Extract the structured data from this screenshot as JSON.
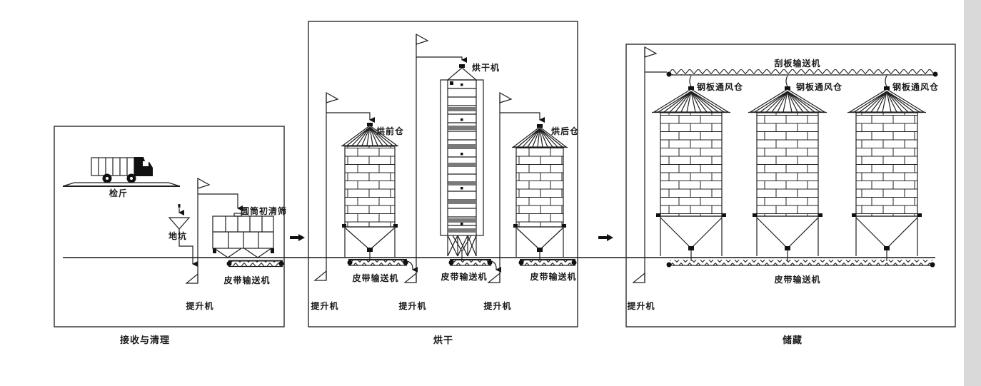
{
  "diagram_type": "grain-handling process flow",
  "colors": {
    "line": "#1f1f1f",
    "ground": "#4f4f4f",
    "background": "#ffffff",
    "page_edge_strip": "#d9d9d9",
    "dryer_band": "#7a7a7a"
  },
  "sections": {
    "receiving": {
      "title": "接收与清理",
      "weighbridge_label": "检斤",
      "pit_label": "地坑",
      "drum_cleaner_label": "圆筒初清筛",
      "belt_conveyor_label": "皮带输送机",
      "elevator_label": "提升机"
    },
    "drying": {
      "title": "烘干",
      "pre_bin_label": "烘前仓",
      "dryer_label": "烘干机",
      "post_bin_label": "烘后仓",
      "belt_conveyor_labels": [
        "皮带输送机",
        "皮带输送机",
        "皮带输送机"
      ],
      "elevator_labels": [
        "提升机",
        "提升机",
        "提升机"
      ]
    },
    "storage": {
      "title": "储藏",
      "scraper_conveyor_label": "刮板输送机",
      "vent_bin_labels": [
        "钢板通风仓",
        "钢板通风仓",
        "钢板通风仓"
      ],
      "belt_conveyor_label": "皮带输送机",
      "elevator_label": "提升机"
    }
  }
}
